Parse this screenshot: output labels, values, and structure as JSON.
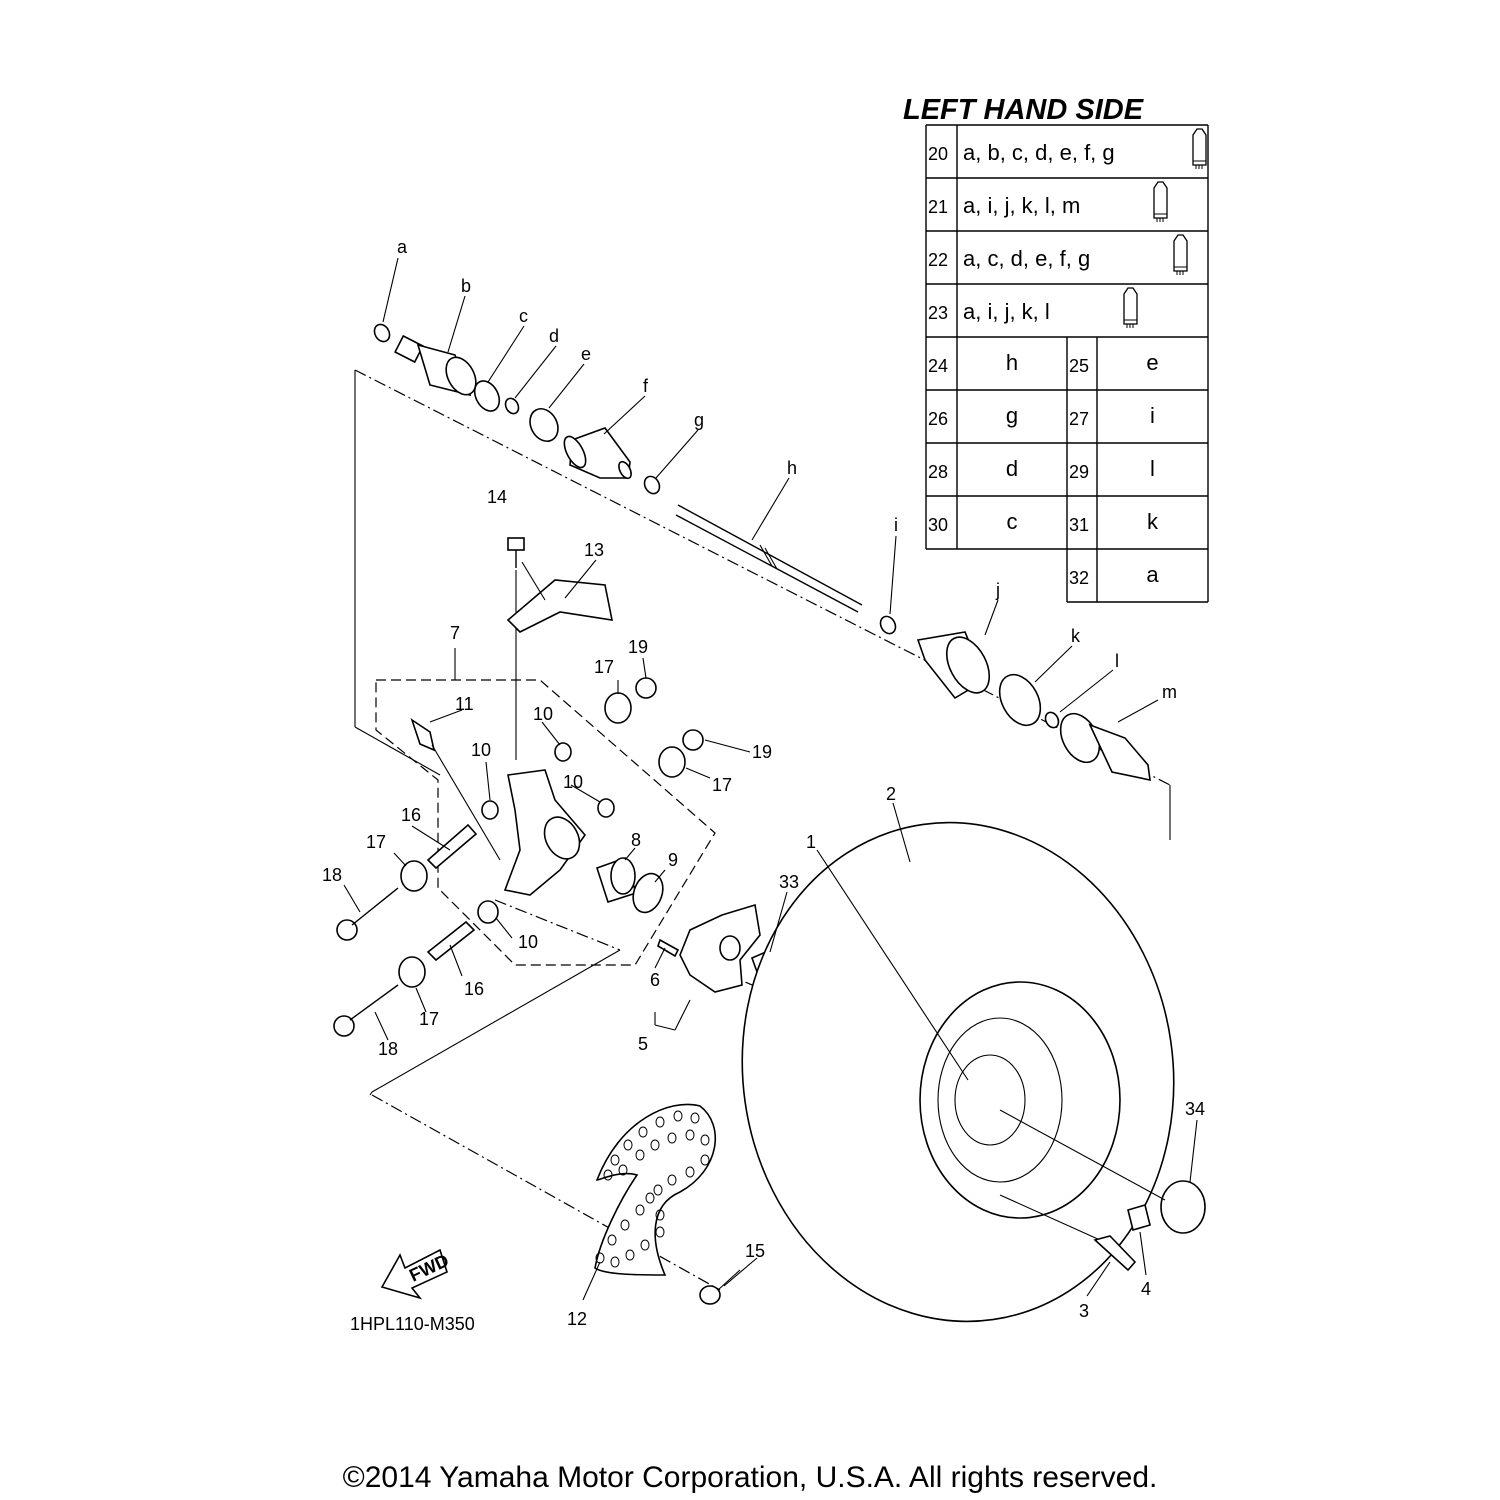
{
  "table": {
    "title": "LEFT HAND SIDE",
    "wide_rows": [
      {
        "num": "20",
        "value": "a, b, c, d, e, f, g",
        "grease": true
      },
      {
        "num": "21",
        "value": "a, i, j, k, l, m",
        "grease": true
      },
      {
        "num": "22",
        "value": "a, c, d, e, f, g",
        "grease": true
      },
      {
        "num": "23",
        "value": "a, i, j, k, l",
        "grease": true
      }
    ],
    "pair_rows": [
      {
        "num1": "24",
        "val1": "h",
        "num2": "25",
        "val2": "e"
      },
      {
        "num1": "26",
        "val1": "g",
        "num2": "27",
        "val2": "i"
      },
      {
        "num1": "28",
        "val1": "d",
        "num2": "29",
        "val2": "l"
      },
      {
        "num1": "30",
        "val1": "c",
        "num2": "31",
        "val2": "k"
      },
      {
        "num1": "",
        "val1": "",
        "num2": "32",
        "val2": "a"
      }
    ]
  },
  "diagram_code": "1HPL110-M350",
  "fwd_label": "FWD",
  "copyright": "©2014 Yamaha Motor Corporation, U.S.A. All rights reserved.",
  "callouts": {
    "a": "a",
    "b": "b",
    "c": "c",
    "d": "d",
    "e": "e",
    "f": "f",
    "g": "g",
    "h": "h",
    "i": "i",
    "j": "j",
    "k": "k",
    "l": "l",
    "m": "m",
    "n1": "1",
    "n2": "2",
    "n3": "3",
    "n4": "4",
    "n5": "5",
    "n6": "6",
    "n7": "7",
    "n8": "8",
    "n9": "9",
    "n10": "10",
    "n11": "11",
    "n12": "12",
    "n13": "13",
    "n14": "14",
    "n15": "15",
    "n16": "16",
    "n17": "17",
    "n18": "18",
    "n19": "19",
    "n33": "33",
    "n34": "34"
  }
}
